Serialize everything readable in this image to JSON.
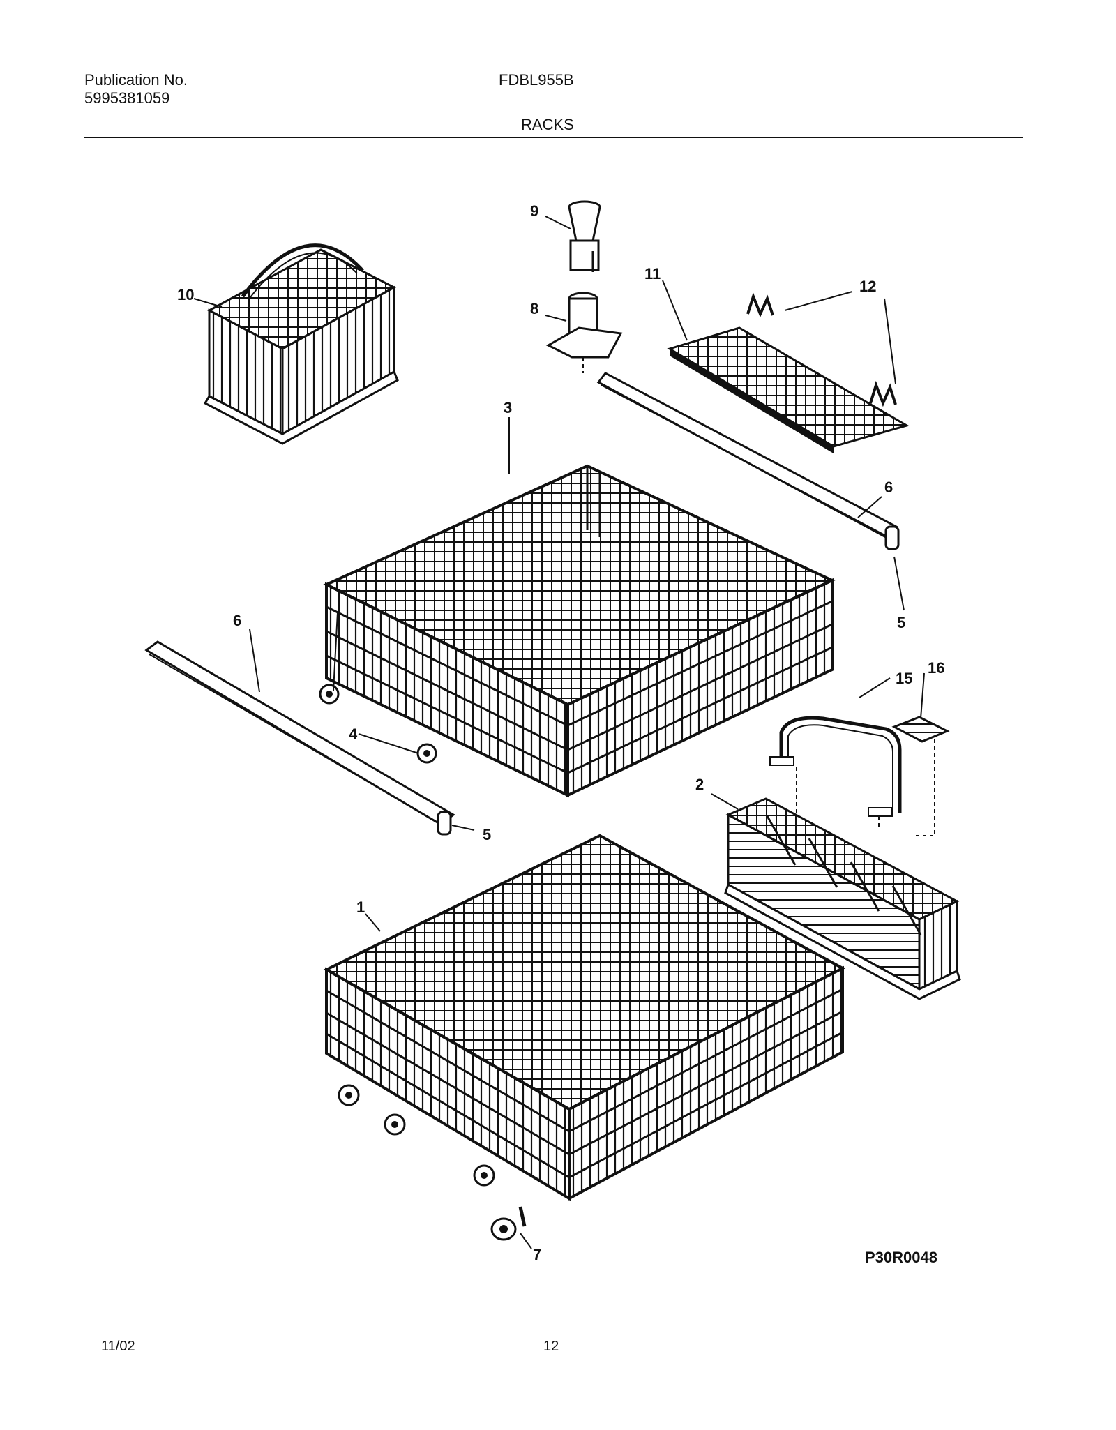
{
  "header": {
    "publication_label": "Publication No.",
    "publication_number": "5995381059",
    "model": "FDBL955B",
    "section": "RACKS"
  },
  "callouts": [
    "1",
    "2",
    "3",
    "4",
    "5",
    "5",
    "6",
    "6",
    "7",
    "8",
    "9",
    "10",
    "11",
    "12",
    "15",
    "16"
  ],
  "diagram_code": "P30R0048",
  "footer": {
    "date": "11/02",
    "page": "12"
  }
}
